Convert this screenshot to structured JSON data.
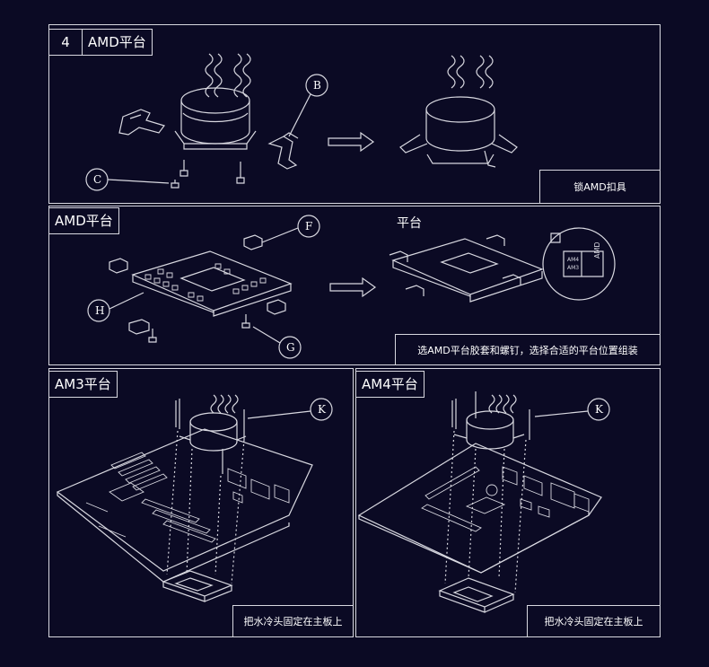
{
  "step": {
    "number": "4",
    "title": "AMD平台",
    "caption": "锁AMD扣具",
    "callouts": [
      "B",
      "C"
    ]
  },
  "amd": {
    "title": "AMD平台",
    "heading": "平台",
    "caption": "选AMD平台胶套和螺钉，选择合适的平台位置组装",
    "callouts": [
      "F",
      "H",
      "G"
    ],
    "chip_text": [
      "AM4",
      "AM3",
      "AMD"
    ]
  },
  "am3": {
    "title": "AM3平台",
    "caption": "把水冷头固定在主板上",
    "callout": "K"
  },
  "am4": {
    "title": "AM4平台",
    "caption": "把水冷头固定在主板上",
    "callout": "K"
  },
  "colors": {
    "background": "#0b0a24",
    "lines": "#d8d8e0"
  }
}
